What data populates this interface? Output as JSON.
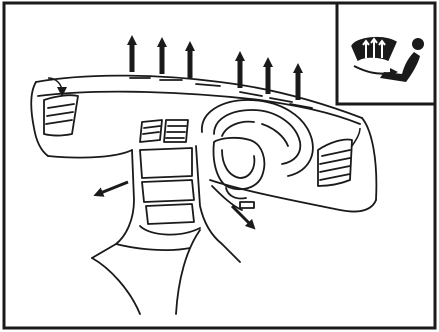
{
  "figure": {
    "subject": "dashboard",
    "mode_icon": "windscreen-and-face-icon",
    "airflow_arrows": {
      "up": 6,
      "lower_left": 1,
      "lower_right": 1
    },
    "colors": {
      "ink": "#1a1a1a",
      "paper": "#ffffff"
    }
  }
}
